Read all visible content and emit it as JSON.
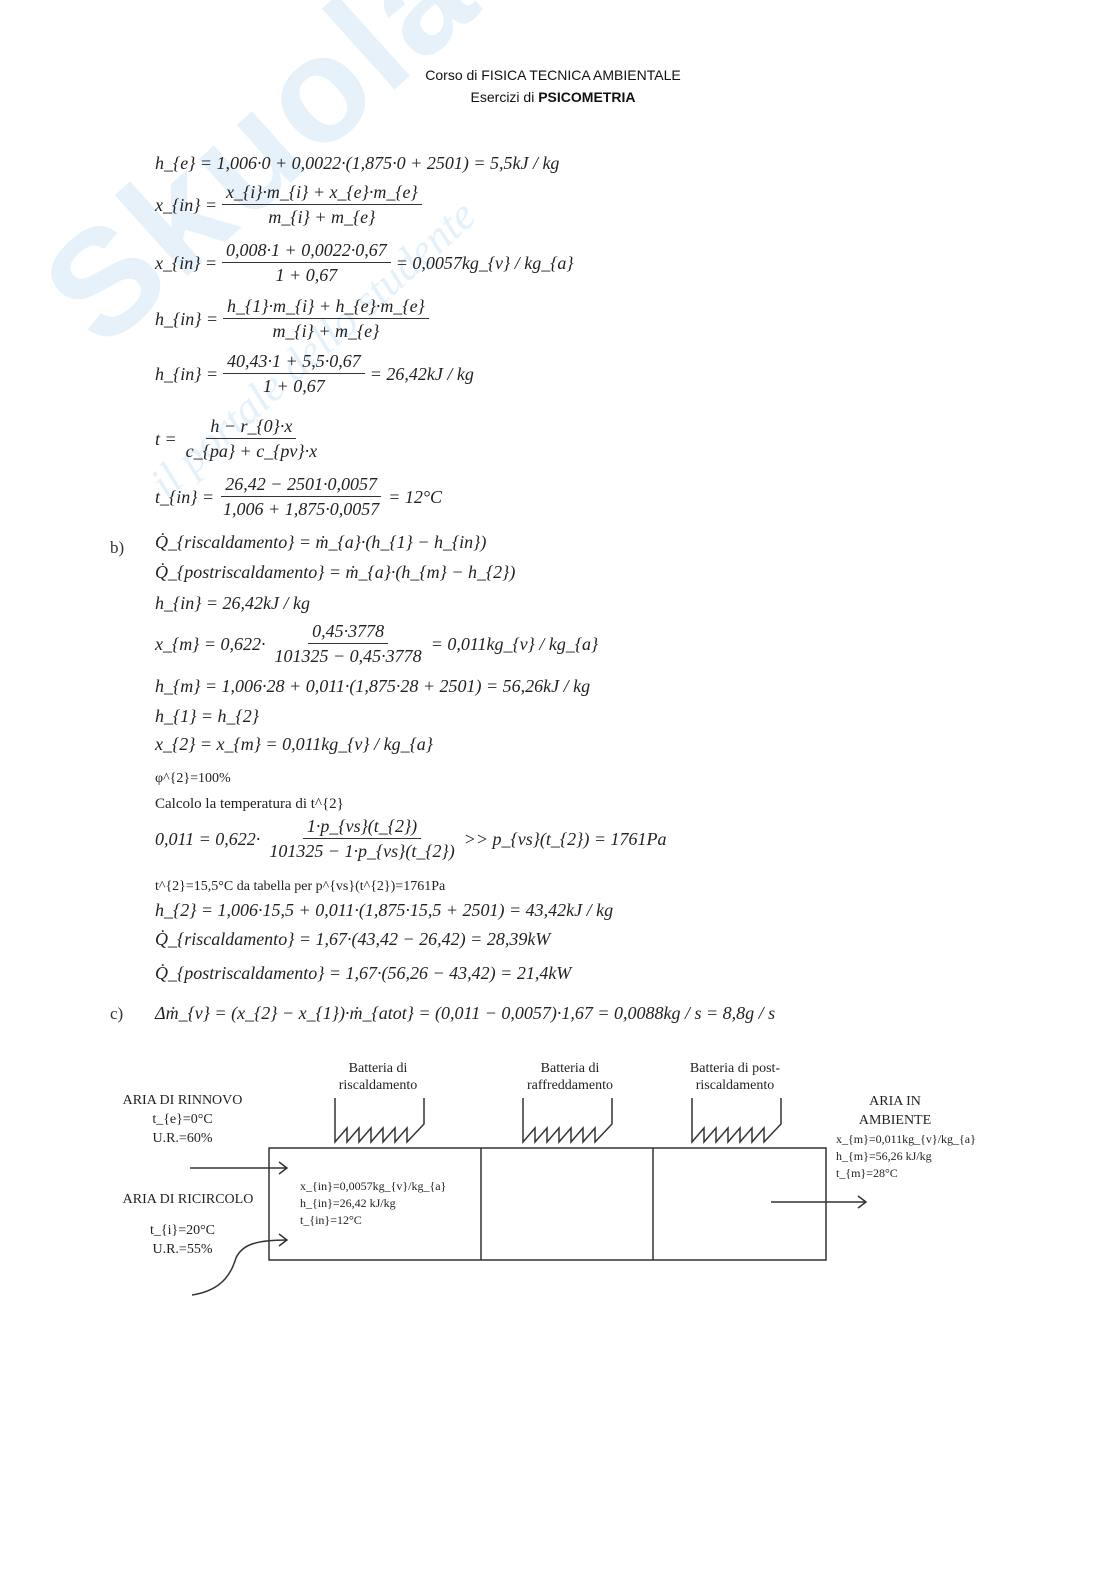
{
  "header": {
    "line1": "Corso di FISICA TECNICA AMBIENTALE",
    "line2_prefix": "Esercizi di ",
    "line2_bold": "PSICOMETRIA"
  },
  "watermark": {
    "logo": "Skuola.net",
    "tagline": "il portale dello studente"
  },
  "section_labels": {
    "b": "b)",
    "c": "c)"
  },
  "equations": [
    {
      "lhs": "h_{e} = 1,006·0 + 0,0022·(1,875·0 + 2501) = 5,5kJ / kg"
    },
    {
      "lhs": "x_{in} =",
      "num": "x_{i}·m_{i} + x_{e}·m_{e}",
      "den": "m_{i} + m_{e}"
    },
    {
      "lhs": "x_{in} =",
      "num": "0,008·1 + 0,0022·0,67",
      "den": "1 + 0,67",
      "rhs": "= 0,0057kg_{v} / kg_{a}"
    },
    {
      "lhs": "h_{in} =",
      "num": "h_{1}·m_{i} + h_{e}·m_{e}",
      "den": "m_{i} + m_{e}"
    },
    {
      "lhs": "h_{in} =",
      "num": "40,43·1 + 5,5·0,67",
      "den": "1 + 0,67",
      "rhs": "= 26,42kJ / kg"
    },
    {
      "lhs": "t =",
      "num": "h − r_{0}·x",
      "den": "c_{pa} + c_{pv}·x"
    },
    {
      "lhs": "t_{in} =",
      "num": "26,42 − 2501·0,0057",
      "den": "1,006 + 1,875·0,0057",
      "rhs": "= 12°C"
    },
    {
      "lhs": "Q̇_{riscaldamento} = ṁ_{a}·(h_{1} − h_{in})"
    },
    {
      "lhs": "Q̇_{postriscaldamento} = ṁ_{a}·(h_{m} − h_{2})"
    },
    {
      "lhs": "h_{in} = 26,42kJ / kg"
    },
    {
      "lhs": "x_{m} = 0,622·",
      "num": "0,45·3778",
      "den": "101325 − 0,45·3778",
      "rhs": "= 0,011kg_{v} / kg_{a}"
    },
    {
      "lhs": "h_{m} = 1,006·28 + 0,011·(1,875·28 + 2501) = 56,26kJ / kg"
    },
    {
      "lhs": "h_{1} = h_{2}"
    },
    {
      "lhs": "x_{2} = x_{m} = 0,011kg_{v} / kg_{a}"
    },
    {
      "lhs": "φ^{2}=100%",
      "small": true
    },
    {
      "lhs": "Calcolo la temperatura di t^{2}",
      "plain": true
    },
    {
      "lhs": "0,011 = 0,622·",
      "num": "1·p_{vs}(t_{2})",
      "den": "101325 − 1·p_{vs}(t_{2})",
      "rhs": ">> p_{vs}(t_{2}) = 1761Pa"
    },
    {
      "lhs": "t^{2}=15,5°C da tabella per p^{vs}(t^{2})=1761Pa",
      "small": true
    },
    {
      "lhs": "h_{2} = 1,006·15,5 + 0,011·(1,875·15,5 + 2501) = 43,42kJ / kg"
    },
    {
      "lhs": "Q̇_{riscaldamento} = 1,67·(43,42 − 26,42) = 28,39kW"
    },
    {
      "lhs": "Q̇_{postriscaldamento} = 1,67·(56,26 − 43,42) = 21,4kW"
    },
    {
      "lhs": "Δṁ_{v} = (x_{2} − x_{1})·ṁ_{atot} = (0,011 − 0,0057)·1,67 = 0,0088kg / s = 8,8g / s"
    }
  ],
  "diagram": {
    "coil1": "Batteria di riscaldamento",
    "coil2": "Batteria di raffreddamento",
    "coil3": "Batteria di post-riscaldamento",
    "rinnovo_title": "ARIA DI RINNOVO",
    "rinnovo_t": "t_{e}=0°C",
    "rinnovo_ur": "U.R.=60%",
    "ricircolo_title": "ARIA DI RICIRCOLO",
    "ricircolo_t": "t_{i}=20°C",
    "ricircolo_ur": "U.R.=55%",
    "mix_x": "x_{in}=0,0057kg_{v}/kg_{a}",
    "mix_h": "h_{in}=26,42 kJ/kg",
    "mix_t": "t_{in}=12°C",
    "out_title1": "ARIA IN",
    "out_title2": "AMBIENTE",
    "out_x": "x_{m}=0,011kg_{v}/kg_{a}",
    "out_h": "h_{m}=56,26 kJ/kg",
    "out_t": "t_{m}=28°C"
  }
}
